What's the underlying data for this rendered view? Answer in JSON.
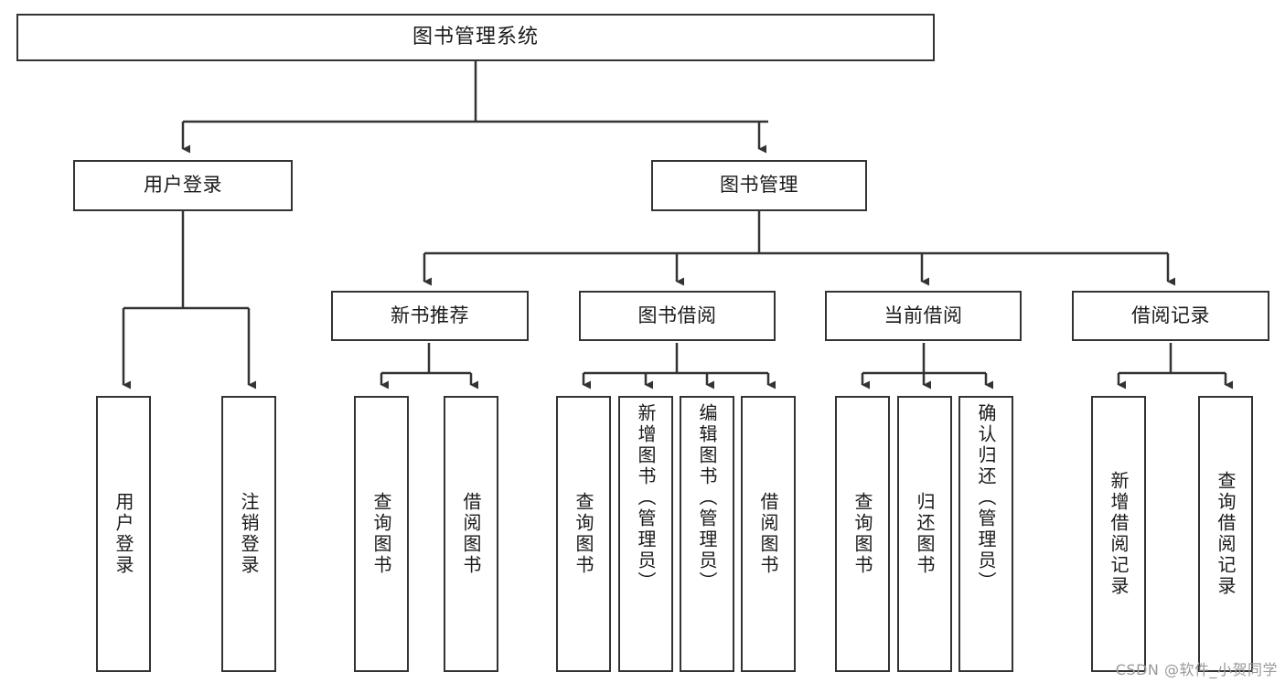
{
  "diagram": {
    "type": "tree",
    "title": "图书管理系统",
    "orientation": "top-down",
    "colors": {
      "box_border": "#333333",
      "box_fill": "#ffffff",
      "edge": "#333333",
      "text": "#1a1a1a",
      "watermark": "#9a9a9a"
    },
    "root": {
      "label": "图书管理系统"
    },
    "level2": [
      {
        "label": "用户登录"
      },
      {
        "label": "图书管理"
      }
    ],
    "level3": [
      {
        "label": "新书推荐"
      },
      {
        "label": "图书借阅"
      },
      {
        "label": "当前借阅"
      },
      {
        "label": "借阅记录"
      }
    ],
    "leaves": {
      "user_login": [
        {
          "label": "用户登录"
        },
        {
          "label": "注销登录"
        }
      ],
      "new_book_recommend": [
        {
          "label": "查询图书"
        },
        {
          "label": "借阅图书"
        }
      ],
      "book_borrow": [
        {
          "label": "查询图书"
        },
        {
          "label": "新增图书（管理员）"
        },
        {
          "label": "编辑图书（管理员）"
        },
        {
          "label": "借阅图书"
        }
      ],
      "current_borrow": [
        {
          "label": "查询图书"
        },
        {
          "label": "归还图书"
        },
        {
          "label": "确认归还（管理员）"
        }
      ],
      "borrow_record": [
        {
          "label": "新增借阅记录"
        },
        {
          "label": "查询借阅记录"
        }
      ]
    }
  },
  "watermark": {
    "text": "CSDN @软件_小贺同学"
  }
}
